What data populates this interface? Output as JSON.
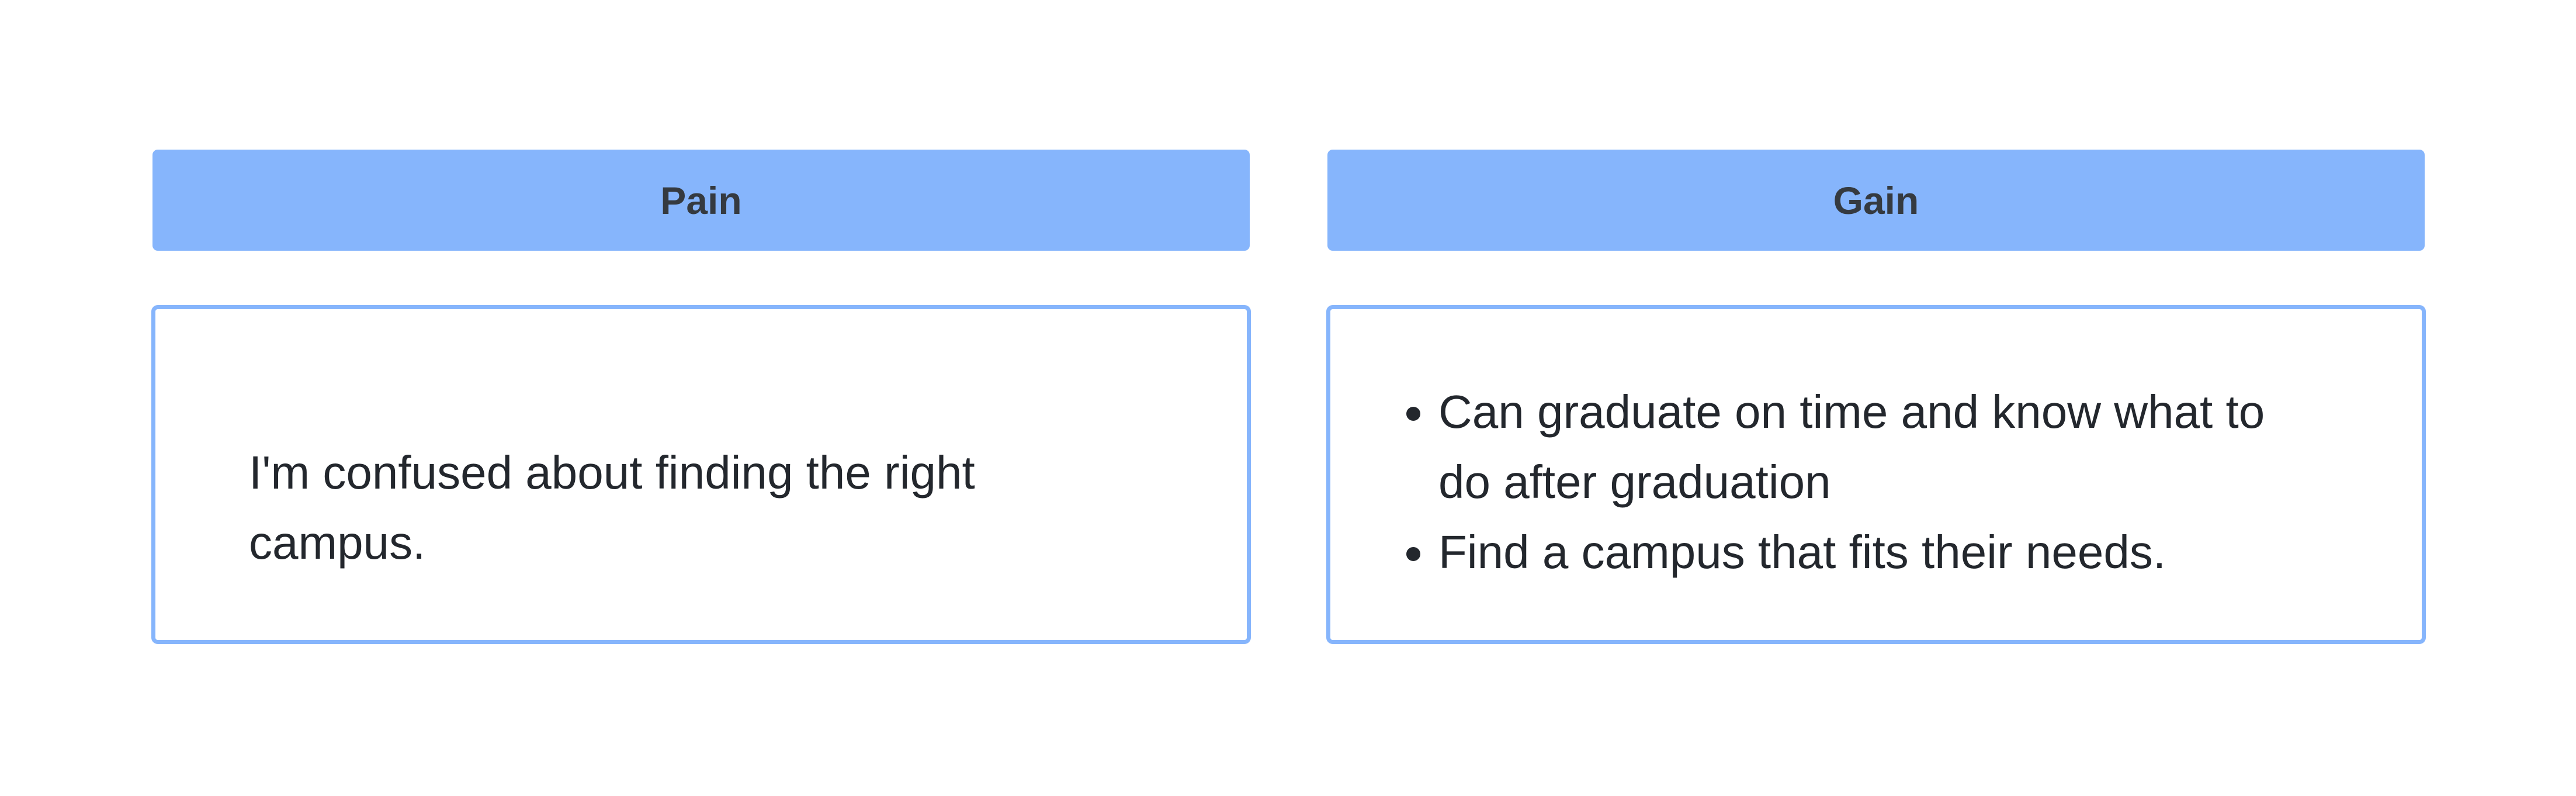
{
  "pain": {
    "title": "Pain",
    "text": "I'm confused about finding the right campus."
  },
  "gain": {
    "title": "Gain",
    "items": [
      "Can graduate on time and know what to do after graduation",
      "Find a campus that fits their needs."
    ]
  },
  "colors": {
    "header_background": "#86b5fc",
    "border": "#86b5fc",
    "text": "#23272d"
  }
}
